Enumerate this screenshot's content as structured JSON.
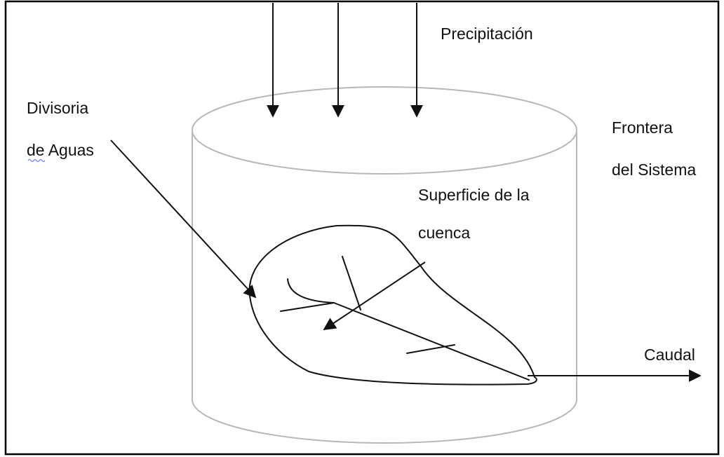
{
  "labels": {
    "precipitation": "Precipitación",
    "divide_line1": "Divisoria",
    "divide_line2": "de Aguas",
    "boundary_line1": "Frontera",
    "boundary_line2": "del Sistema",
    "surface_line1": "Superficie de la",
    "surface_line2": "cuenca",
    "outflow": "Caudal"
  },
  "colors": {
    "border": "#000000",
    "cylinder": "#b8b8b8",
    "lines": "#111111",
    "text": "#111111",
    "spellcheck_underline": "#7a7aff"
  }
}
